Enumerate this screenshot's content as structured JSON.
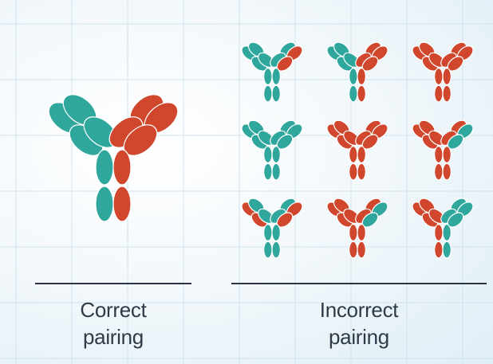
{
  "colors": {
    "teal": "#2fa79d",
    "red": "#d1472d",
    "divider": "#2b3440",
    "caption_text": "#2e3a48"
  },
  "captions": {
    "correct": {
      "line1": "Correct",
      "line2": "pairing"
    },
    "incorrect": {
      "line1": "Incorrect",
      "line2": "pairing"
    }
  },
  "correct_antibody": {
    "left_light": "teal",
    "left_heavy": "teal",
    "right_heavy": "red",
    "right_light": "red"
  },
  "incorrect_antibodies": [
    {
      "left_light": "teal",
      "left_heavy": "teal",
      "right_heavy": "teal",
      "right_light": "red"
    },
    {
      "left_light": "teal",
      "left_heavy": "teal",
      "right_heavy": "red",
      "right_light": "red"
    },
    {
      "left_light": "red",
      "left_heavy": "red",
      "right_heavy": "red",
      "right_light": "red"
    },
    {
      "left_light": "teal",
      "left_heavy": "teal",
      "right_heavy": "teal",
      "right_light": "teal"
    },
    {
      "left_light": "red",
      "left_heavy": "red",
      "right_heavy": "red",
      "right_light": "red"
    },
    {
      "left_light": "red",
      "left_heavy": "red",
      "right_heavy": "red",
      "right_light": "teal"
    },
    {
      "left_light": "red",
      "left_heavy": "teal",
      "right_heavy": "teal",
      "right_light": "red"
    },
    {
      "left_light": "red",
      "left_heavy": "red",
      "right_heavy": "red",
      "right_light": "teal"
    },
    {
      "left_light": "red",
      "left_heavy": "red",
      "right_heavy": "teal",
      "right_light": "teal"
    }
  ]
}
